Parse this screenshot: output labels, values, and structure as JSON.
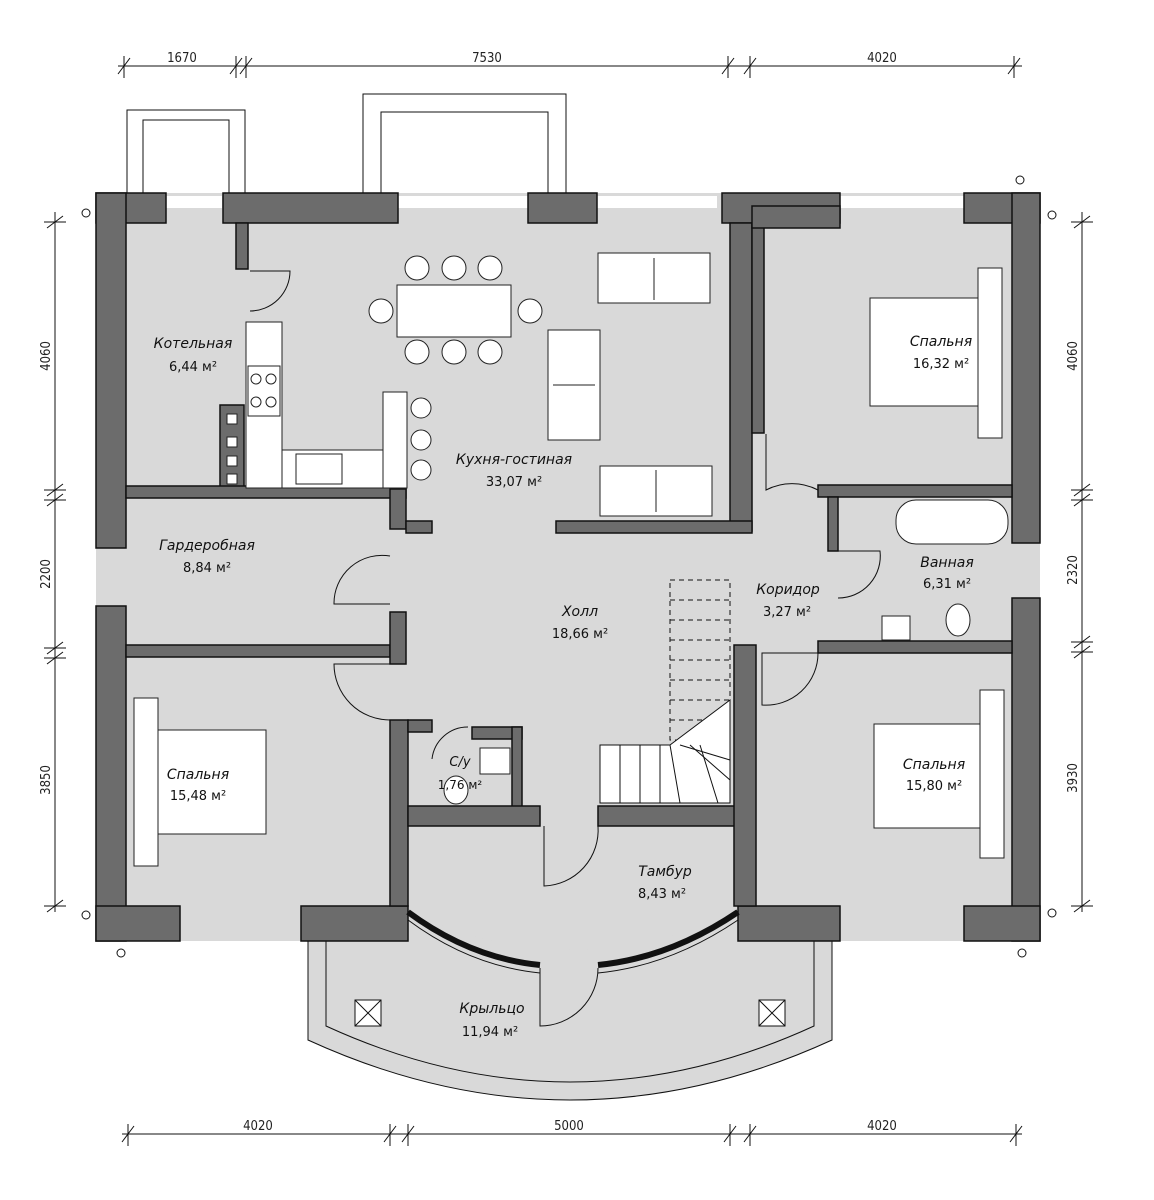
{
  "dimensions": {
    "top": [
      "1670",
      "7530",
      "4020"
    ],
    "bottom": [
      "4020",
      "5000",
      "4020"
    ],
    "left": [
      "4060",
      "2200",
      "3850"
    ],
    "right": [
      "4060",
      "2320",
      "3930"
    ]
  },
  "rooms": {
    "boiler": {
      "name": "Котельная",
      "area": "6,44 м²"
    },
    "kitchen": {
      "name": "Кухня-гостиная",
      "area": "33,07 м²"
    },
    "bedroom_ne": {
      "name": "Спальня",
      "area": "16,32 м²"
    },
    "wardrobe": {
      "name": "Гардеробная",
      "area": "8,84 м²"
    },
    "hall": {
      "name": "Холл",
      "area": "18,66 м²"
    },
    "corridor": {
      "name": "Коридор",
      "area": "3,27 м²"
    },
    "bathroom": {
      "name": "Ванная",
      "area": "6,31 м²"
    },
    "bedroom_sw": {
      "name": "Спальня",
      "area": "15,48 м²"
    },
    "wc": {
      "name": "С/у",
      "area": "1,76 м²"
    },
    "bedroom_se": {
      "name": "Спальня",
      "area": "15,80 м²"
    },
    "vestibule": {
      "name": "Тамбур",
      "area": "8,43 м²"
    },
    "porch": {
      "name": "Крыльцо",
      "area": "11,94 м²"
    }
  },
  "colors": {
    "wall": "#6c6c6c",
    "floor": "#d9d9d9",
    "line": "#111111"
  }
}
